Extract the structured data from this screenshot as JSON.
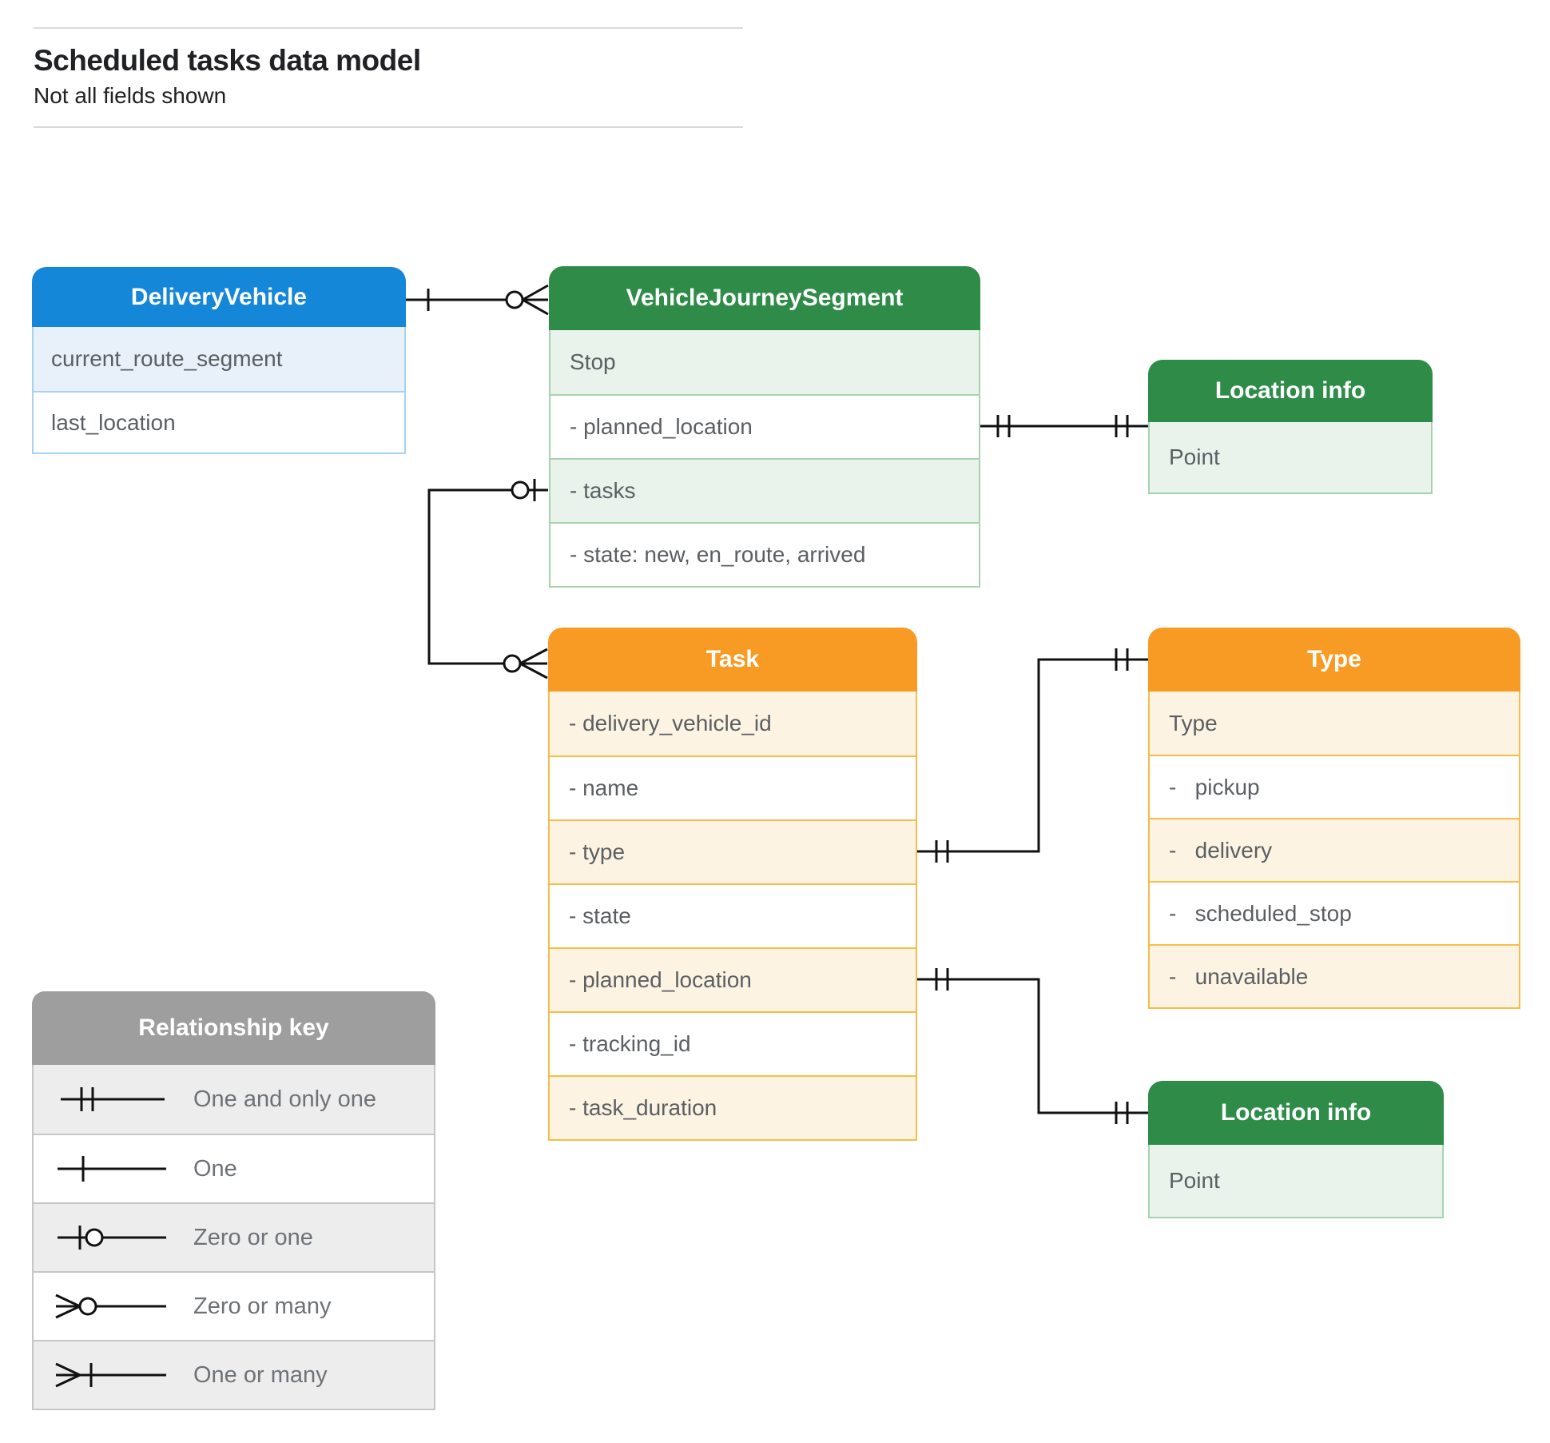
{
  "page": {
    "title": "Scheduled tasks data model",
    "subtitle": "Not all fields shown"
  },
  "entities": {
    "delivery_vehicle": {
      "title": "DeliveryVehicle",
      "fields": [
        "current_route_segment",
        "last_location"
      ]
    },
    "vehicle_journey_segment": {
      "title": "VehicleJourneySegment",
      "fields": [
        "Stop",
        "- planned_location",
        "- tasks",
        "- state: new, en_route, arrived"
      ]
    },
    "location_info_top": {
      "title": "Location info",
      "fields": [
        "Point"
      ]
    },
    "task": {
      "title": "Task",
      "fields": [
        "- delivery_vehicle_id",
        "- name",
        "- type",
        "- state",
        "- planned_location",
        "- tracking_id",
        "- task_duration"
      ]
    },
    "type": {
      "title": "Type",
      "fields": [
        "Type",
        "-   pickup",
        "-   delivery",
        "-   scheduled_stop",
        "-   unavailable"
      ]
    },
    "location_info_bottom": {
      "title": "Location info",
      "fields": [
        "Point"
      ]
    }
  },
  "relationships": [
    {
      "from": "DeliveryVehicle",
      "to": "VehicleJourneySegment",
      "from_cardinality": "one",
      "to_cardinality": "zero-or-many"
    },
    {
      "from": "VehicleJourneySegment.tasks",
      "to": "Task",
      "from_cardinality": "zero-or-one",
      "to_cardinality": "zero-or-many"
    },
    {
      "from": "VehicleJourneySegment.planned_location",
      "to": "Location info",
      "from_cardinality": "one-and-only-one",
      "to_cardinality": "one-and-only-one"
    },
    {
      "from": "Task.type",
      "to": "Type",
      "from_cardinality": "one-and-only-one",
      "to_cardinality": "one-and-only-one"
    },
    {
      "from": "Task.planned_location",
      "to": "Location info",
      "from_cardinality": "one-and-only-one",
      "to_cardinality": "one-and-only-one"
    }
  ],
  "legend": {
    "title": "Relationship key",
    "items": [
      {
        "symbol": "one-and-only-one",
        "label": "One and only one"
      },
      {
        "symbol": "one",
        "label": "One"
      },
      {
        "symbol": "zero-or-one",
        "label": "Zero or one"
      },
      {
        "symbol": "zero-or-many",
        "label": "Zero or many"
      },
      {
        "symbol": "one-or-many",
        "label": "One or many"
      }
    ]
  },
  "colors": {
    "blue_header": "#1487d8",
    "blue_row": "#e8f1fa",
    "blue_border": "#a9d2f0",
    "green_header": "#2e8b48",
    "green_row": "#e9f3ec",
    "green_border": "#a6d3af",
    "orange_header": "#f89b25",
    "orange_row": "#fdf3e2",
    "orange_border": "#f7bd4a",
    "legend_header": "#9e9e9e",
    "legend_row": "#ededed",
    "legend_border": "#c6c6c6",
    "field_text": "#5b5f63",
    "connector": "#111111"
  }
}
